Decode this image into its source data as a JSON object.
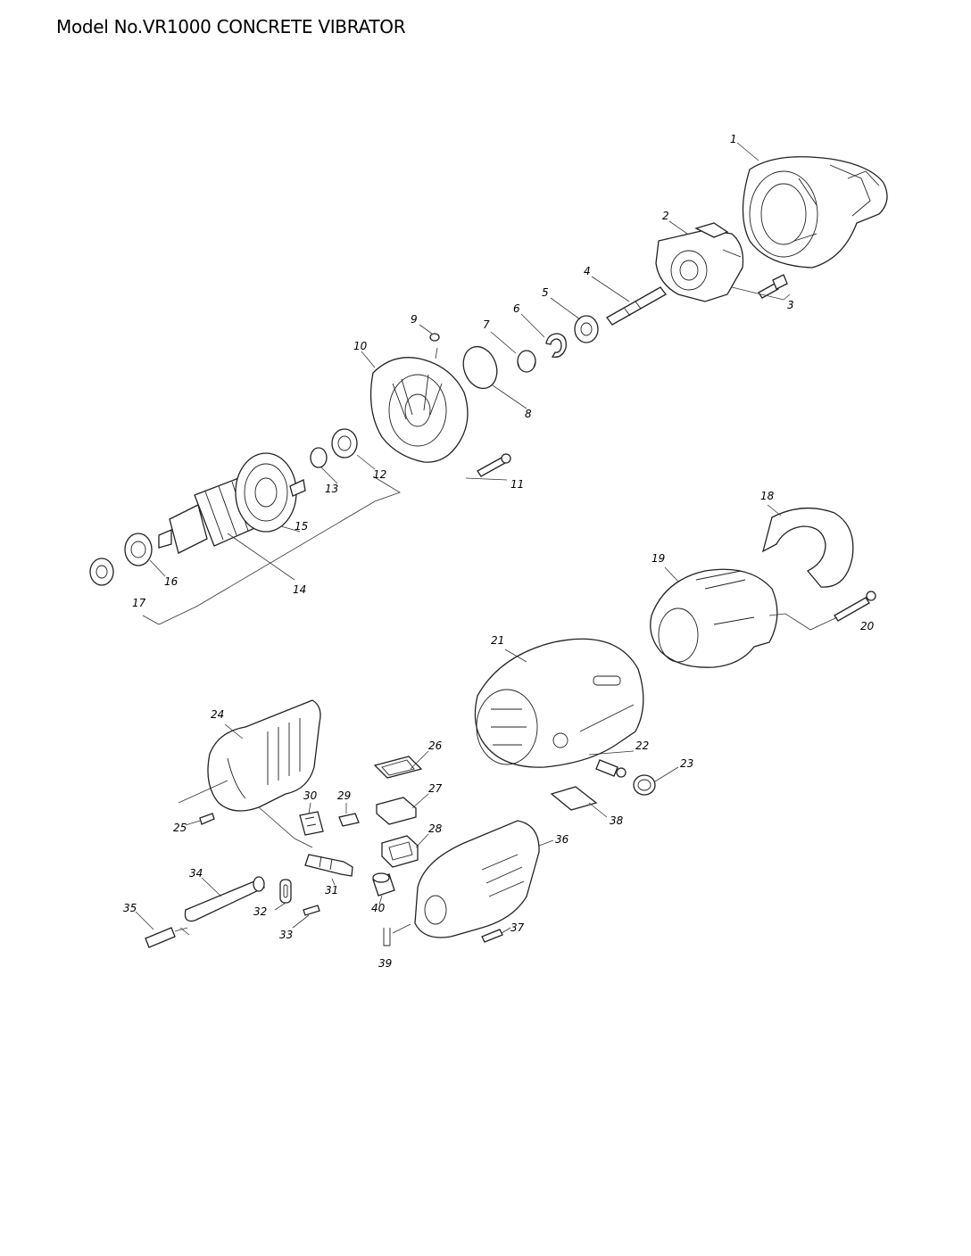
{
  "title": "Model No.VR1000 CONCRETE VIBRATOR",
  "parts": [
    {
      "no": "1"
    },
    {
      "no": "2"
    },
    {
      "no": "3"
    },
    {
      "no": "4"
    },
    {
      "no": "5"
    },
    {
      "no": "6"
    },
    {
      "no": "7"
    },
    {
      "no": "8"
    },
    {
      "no": "9"
    },
    {
      "no": "10"
    },
    {
      "no": "11"
    },
    {
      "no": "12"
    },
    {
      "no": "13"
    },
    {
      "no": "14"
    },
    {
      "no": "15"
    },
    {
      "no": "16"
    },
    {
      "no": "17"
    },
    {
      "no": "18"
    },
    {
      "no": "19"
    },
    {
      "no": "20"
    },
    {
      "no": "21"
    },
    {
      "no": "22"
    },
    {
      "no": "23"
    },
    {
      "no": "24"
    },
    {
      "no": "25"
    },
    {
      "no": "26"
    },
    {
      "no": "27"
    },
    {
      "no": "28"
    },
    {
      "no": "29"
    },
    {
      "no": "30"
    },
    {
      "no": "31"
    },
    {
      "no": "32"
    },
    {
      "no": "33"
    },
    {
      "no": "34"
    },
    {
      "no": "35"
    },
    {
      "no": "36"
    },
    {
      "no": "37"
    },
    {
      "no": "38"
    },
    {
      "no": "39"
    },
    {
      "no": "40"
    }
  ]
}
